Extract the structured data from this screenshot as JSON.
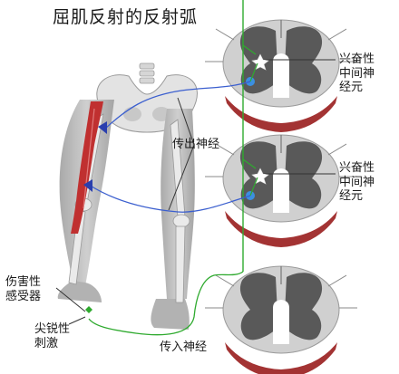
{
  "title": "屈肌反射的反射弧",
  "labels": {
    "interneuron_top": [
      "兴奋性",
      "中间神",
      "经元"
    ],
    "interneuron_mid": [
      "兴奋性",
      "中间神",
      "经元"
    ],
    "efferent": "传出神经",
    "afferent": "传入神经",
    "receptor": [
      "伤害性",
      "感受器"
    ],
    "stimulus": [
      "尖锐性",
      "刺激"
    ]
  },
  "colors": {
    "spinal_cord_outer": "#cfcfcf",
    "grey_matter": "#555555",
    "meninges": "#a33333",
    "efferent_nerve": "#3b5fcf",
    "afferent_nerve": "#2faa2f",
    "muscle": "#c03030",
    "bone": "#e2e2e2",
    "leg": "#bdbdbd"
  }
}
